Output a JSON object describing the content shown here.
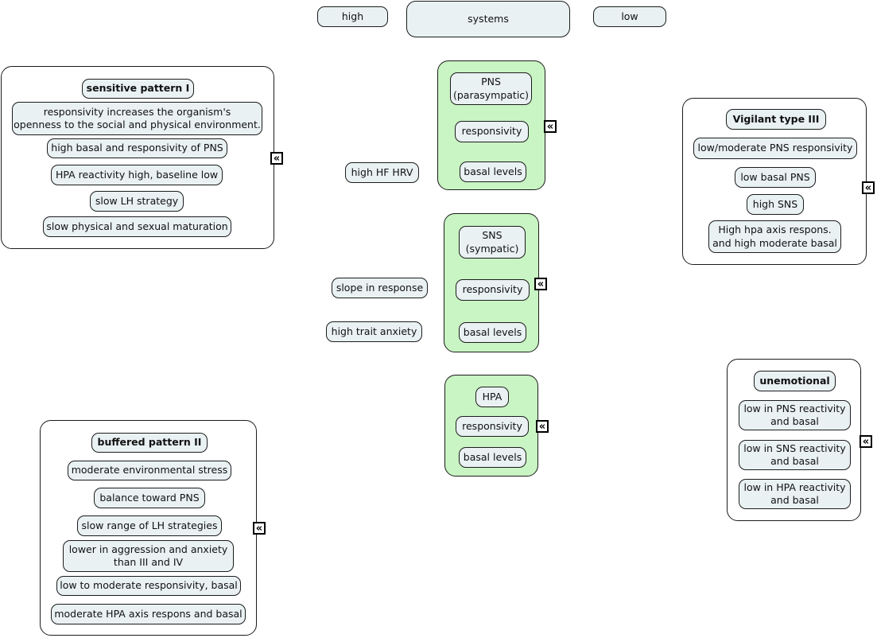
{
  "colors": {
    "background": "#ffffff",
    "node_fill": "#e9f1f3",
    "group_fill": "#ffffff",
    "system_group_fill": "#c9f4c3",
    "border": "#1c1c1c",
    "text": "#111111"
  },
  "collapse_icon_glyph": "«",
  "top_nodes": {
    "high": "high",
    "systems": "systems",
    "low": "low"
  },
  "float_labels": {
    "hf_hrv": "high HF HRV",
    "slope": "slope in response",
    "anxiety": "high trait anxiety"
  },
  "sensitive": {
    "title": "sensitive pattern I",
    "items": [
      {
        "lines": [
          "responsivity increases the organism's",
          "openness to the social and physical environment."
        ]
      },
      "high basal and responsivity of PNS",
      "HPA reactivity high, baseline low",
      "slow LH strategy",
      "slow physical and sexual maturation"
    ]
  },
  "buffered": {
    "title": "buffered pattern II",
    "items": [
      "moderate environmental stress",
      "balance toward PNS",
      "slow range of LH strategies",
      {
        "lines": [
          "lower in aggression and anxiety",
          "than III and IV"
        ]
      },
      "low to moderate responsivity, basal",
      "moderate HPA axis respons and basal"
    ]
  },
  "vigilant": {
    "title": "Vigilant type III",
    "items": [
      "low/moderate PNS responsivity",
      "low basal PNS",
      "high SNS",
      {
        "lines": [
          "High hpa axis respons.",
          "and high moderate basal"
        ]
      }
    ]
  },
  "unemotional": {
    "title": "unemotional",
    "items": [
      {
        "lines": [
          "low in PNS reactivity",
          "and basal"
        ]
      },
      {
        "lines": [
          "low in SNS reactivity",
          "and basal"
        ]
      },
      {
        "lines": [
          "low in HPA reactivity",
          "and basal"
        ]
      }
    ]
  },
  "systems_groups": {
    "pns": {
      "name": {
        "lines": [
          "PNS",
          "(parasympatic)"
        ]
      },
      "responsivity": "responsivity",
      "basal": "basal levels"
    },
    "sns": {
      "name": {
        "lines": [
          "SNS",
          "(sympatic)"
        ]
      },
      "responsivity": "responsivity",
      "basal": "basal levels"
    },
    "hpa": {
      "name": "HPA",
      "responsivity": "responsivity",
      "basal": "basal levels"
    }
  }
}
